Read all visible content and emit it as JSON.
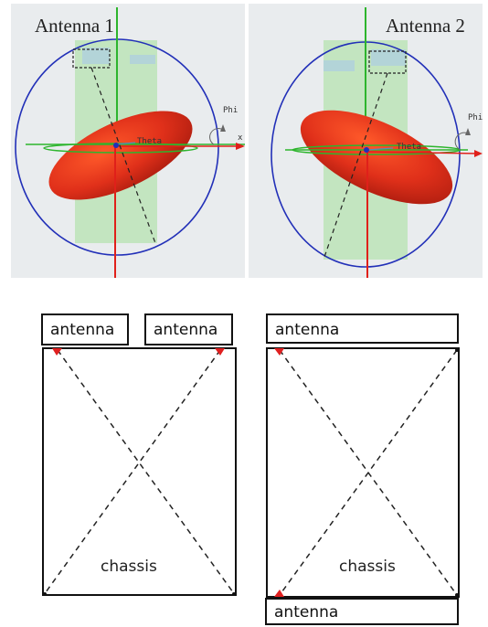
{
  "top": {
    "left_panel": {
      "title": "Antenna 1",
      "phi": "Phi",
      "theta": "Theta",
      "x": "x"
    },
    "right_panel": {
      "title": "Antenna 2",
      "phi": "Phi",
      "theta": "Theta"
    }
  },
  "bottom": {
    "left": {
      "antenna_a": "antenna",
      "antenna_b": "antenna",
      "chassis": "chassis"
    },
    "right": {
      "antenna_top": "antenna",
      "antenna_bottom": "antenna",
      "chassis": "chassis"
    }
  },
  "colors": {
    "pattern_red": "#e0301a",
    "board_green": "#b9e3b4",
    "sphere_blue": "#2230b8",
    "axis_red": "#e0201a",
    "axis_green": "#2db52d",
    "arrow_red": "#e02020"
  }
}
